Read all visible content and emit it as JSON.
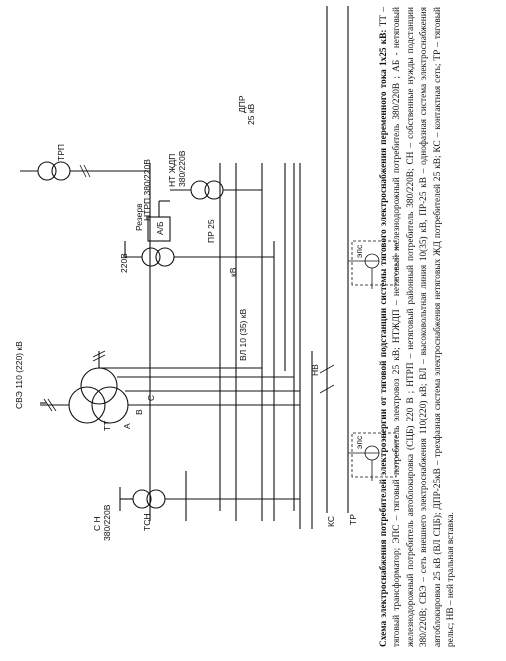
{
  "labels": {
    "ntrp": "НТРП 380/220В",
    "trp": "ТРП",
    "dpr": "ДПР",
    "dpr_kv": "25 кВ",
    "ntzhdp": "НТ ЖДП",
    "ntzhdp_v": "380/220В",
    "rezerv": "Резерв",
    "ab": "А/Б",
    "pr25": "ПР 25",
    "v220": "220В",
    "kv": "кВ",
    "vl": "ВЛ 10 (35) кВ",
    "sve": "СВЭ 110 (220) кВ",
    "a": "А",
    "b": "В",
    "c": "С",
    "tt": "ТТ",
    "nv": "НВ",
    "eps1": "эпс",
    "eps2": "эпс",
    "sn": "С Н",
    "sn_v": "380/220В",
    "tsn": "ТСН",
    "ks": "КС",
    "tr": "ТР"
  },
  "caption": {
    "title": "Схема электроснабжения потребителей электроэнергии от тяговой подстанции системы тягового электроснабжения переменного тока 1х25 кВ:",
    "body": " ТТ – тяговый трансформатор; ЭПС – тяговый потребитель электровоз 25 кВ; НТЖДП – нетяговый железнодорожный потребитель 380/220В ; АБ - нетяговый железнодорожный потребитель автоблокировка (СЦБ) 220 В ; НТРП – нетяговый районный потребитель 380/220В; СН – собственные нужды подстанции 380/220В; СВЭ – сеть внешнего электроснабжения 110(220) кВ; ВЛ – высоковольтная линия 10(35) кВ, ПР-25 кВ – однофазная система электроснабжения автоблокировки 25 кВ (ВЛ СЦБ); ДПР-25кВ – трехфазная система электроснабжения нетяговых ЖД потребителей 25 кВ; КС – контактная сеть; ТР – тяговый рельс; НВ – ней тральная вставка."
  }
}
